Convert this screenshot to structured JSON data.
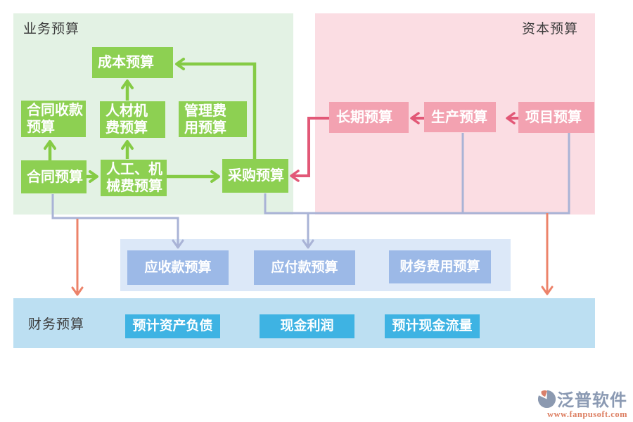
{
  "regions": {
    "business_label": "业务预算",
    "capital_label": "资本预算",
    "financial_label": "财务预算"
  },
  "nodes": {
    "cost": "成本预算",
    "contract_receipt": "合同收款\n预算",
    "labor_material_fee": "人材机\n费预算",
    "management_fee": "管理费\n用预算",
    "contract": "合同预算",
    "labor_machinery_fee": "人工、机\n械费预算",
    "procurement": "采购预算",
    "long_term": "长期预算",
    "production": "生产预算",
    "project": "项目预算",
    "receivables": "应收款预算",
    "payables": "应付款预算",
    "finance_fee": "财务费用预算",
    "balance_sheet": "预计资产负债",
    "cash_profit": "现金利润",
    "cash_flow": "预计现金流量"
  },
  "logo": {
    "brand": "泛普软件",
    "url": "www.fanpusoft.com"
  },
  "colors": {
    "business_region_bg": "#e3f2e4",
    "capital_region_bg": "#fbdde3",
    "financial_region_bg": "#bcdff2",
    "mid_container_bg": "#dce8f8",
    "green_node": "#8dd052",
    "pink_node": "#f3a2b1",
    "blue_node": "#9cb9e7",
    "cyan_node": "#3eb3e3",
    "green_arrow": "#85cb45",
    "pink_arrow": "#e25877",
    "gray_connector": "#a9b3d6",
    "orange_arrow": "#ec836a",
    "region_label_text": "#3c3c3c",
    "node_text": "#ffffff",
    "logo_brand_color": "#8b9ab3",
    "logo_url_color": "#dd7f62"
  }
}
